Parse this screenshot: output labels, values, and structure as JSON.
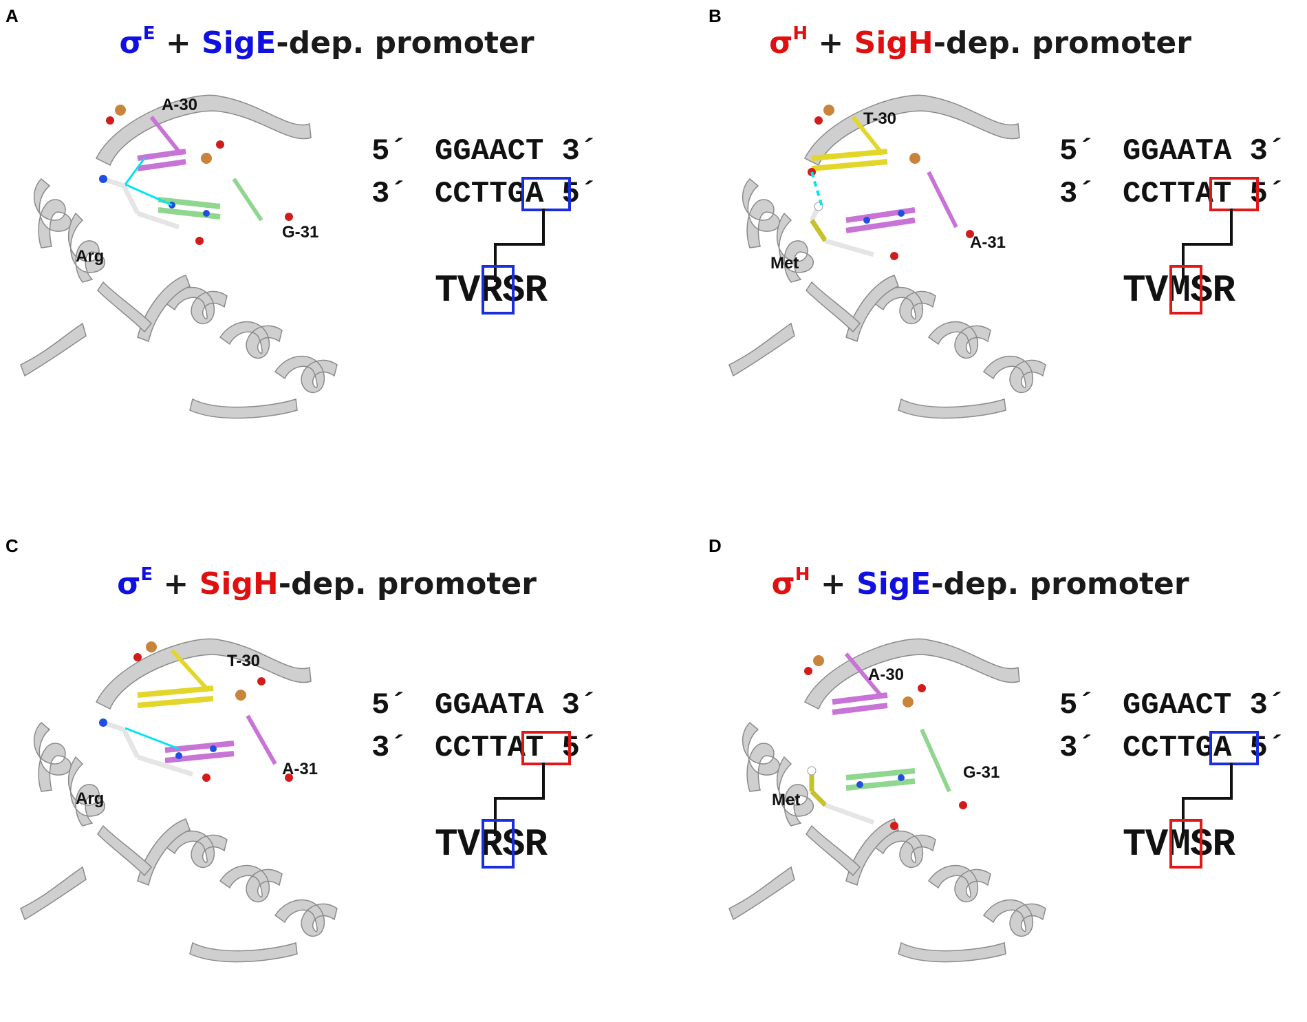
{
  "panels": [
    {
      "letter": "A",
      "title": {
        "sigma": "σ",
        "sigma_sup": "E",
        "sigma_color": "blue",
        "plus": " + ",
        "promoter": "SigE",
        "promoter_color": "blue",
        "suffix": "-dep. promoter"
      },
      "labels": {
        "res_top": "A-30",
        "res_bottom": "G-31",
        "side_chain": "Arg"
      },
      "top_strand": {
        "left": "5´",
        "seq": "GGAACT",
        "right": "3´"
      },
      "bottom_strand": {
        "left": "3´",
        "seq": "CCTTGA",
        "right": "5´"
      },
      "dna_box_color": "blue",
      "peptide": "TVRSR",
      "peptide_box_color": "blue",
      "hbond": "solid"
    },
    {
      "letter": "B",
      "title": {
        "sigma": "σ",
        "sigma_sup": "H",
        "sigma_color": "red",
        "plus": " + ",
        "promoter": "SigH",
        "promoter_color": "red",
        "suffix": "-dep. promoter"
      },
      "labels": {
        "res_top": "T-30",
        "res_bottom": "A-31",
        "side_chain": "Met"
      },
      "top_strand": {
        "left": "5´",
        "seq": "GGAATA",
        "right": "3´"
      },
      "bottom_strand": {
        "left": "3´",
        "seq": "CCTTAT",
        "right": "5´"
      },
      "dna_box_color": "red",
      "peptide": "TVMSR",
      "peptide_box_color": "red",
      "hbond": "dashed"
    },
    {
      "letter": "C",
      "title": {
        "sigma": "σ",
        "sigma_sup": "E",
        "sigma_color": "blue",
        "plus": " + ",
        "promoter": "SigH",
        "promoter_color": "red",
        "suffix": "-dep. promoter"
      },
      "labels": {
        "res_top": "T-30",
        "res_bottom": "A-31",
        "side_chain": "Arg"
      },
      "top_strand": {
        "left": "5´",
        "seq": "GGAATA",
        "right": "3´"
      },
      "bottom_strand": {
        "left": "3´",
        "seq": "CCTTAT",
        "right": "5´"
      },
      "dna_box_color": "red",
      "peptide": "TVRSR",
      "peptide_box_color": "blue",
      "hbond": "solid"
    },
    {
      "letter": "D",
      "title": {
        "sigma": "σ",
        "sigma_sup": "H",
        "sigma_color": "red",
        "plus": " + ",
        "promoter": "SigE",
        "promoter_color": "blue",
        "suffix": "-dep. promoter"
      },
      "labels": {
        "res_top": "A-30",
        "res_bottom": "G-31",
        "side_chain": "Met"
      },
      "top_strand": {
        "left": "5´",
        "seq": "GGAACT",
        "right": "3´"
      },
      "bottom_strand": {
        "left": "3´",
        "seq": "CCTTGA",
        "right": "5´"
      },
      "dna_box_color": "blue",
      "peptide": "TVMSR",
      "peptide_box_color": "red",
      "hbond": "none"
    }
  ],
  "colors": {
    "blue": "#1a2ee0",
    "red": "#e01818",
    "ribbon": "#c8c8c8",
    "hbond": "#00e5ee"
  }
}
